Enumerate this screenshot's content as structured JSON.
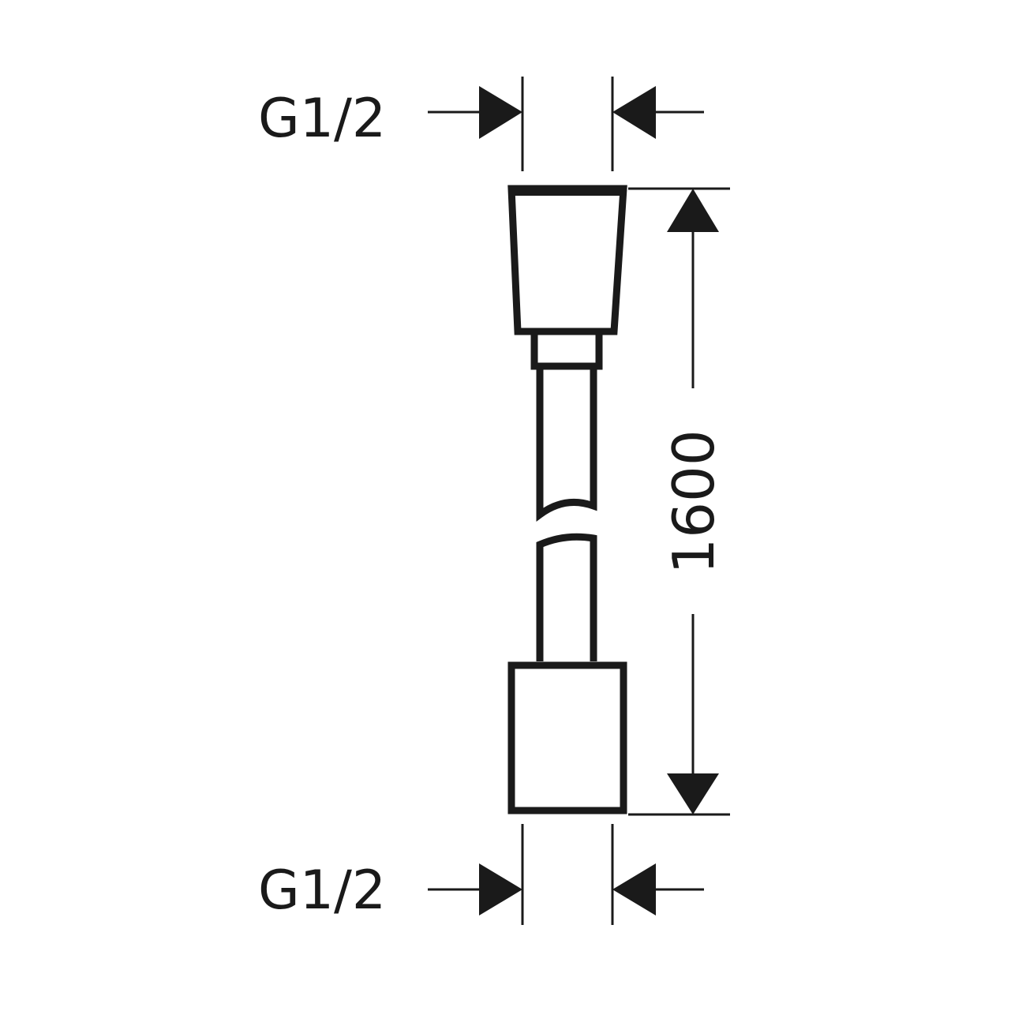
{
  "drawing": {
    "top_thread_label": "G1/2",
    "bottom_thread_label": "G1/2",
    "length_label": "1600"
  },
  "colors": {
    "line": "#1a1a1a",
    "background": "#ffffff"
  }
}
